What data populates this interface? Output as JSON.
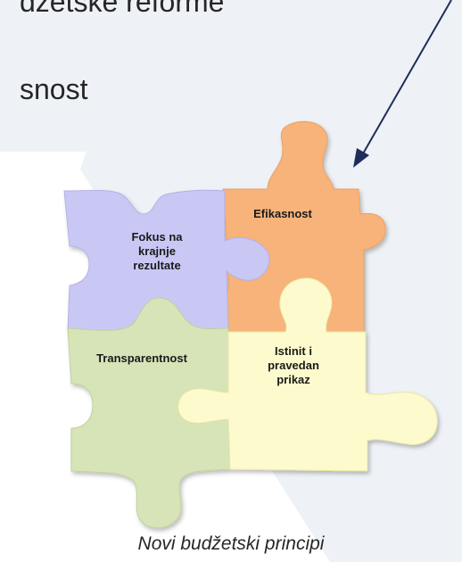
{
  "heading": {
    "line1": "džetske reforme",
    "line2": "snost"
  },
  "puzzle": {
    "pieces": [
      {
        "label": "Efikasnost",
        "color": "#f7b37a"
      },
      {
        "label": "Fokus na\nkrajnje\nrezultate",
        "color": "#c9c8f5"
      },
      {
        "label": "Transparentnost",
        "color": "#d6e4b8"
      },
      {
        "label": "Istinit i\npravedan\nprikaz",
        "color": "#fdfbcd"
      }
    ]
  },
  "caption": "Novi budžetski principi",
  "colors": {
    "background_band": "#eef2f6",
    "arrow": "#1f2d5a",
    "heading_text": "#262626"
  }
}
